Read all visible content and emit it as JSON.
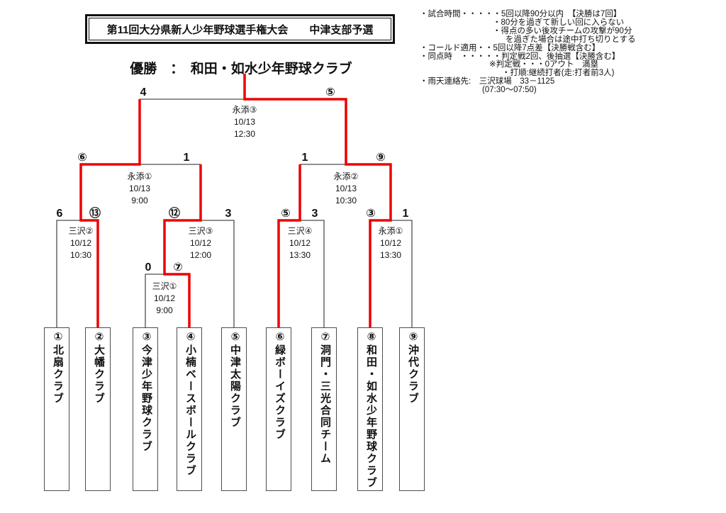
{
  "title": "第11回大分県新人少年野球選手権大会　　中津支部予選",
  "champion_line": "優勝　：　和田・如水少年野球クラブ",
  "teams": [
    {
      "seed": "①",
      "name": "北扇クラブ"
    },
    {
      "seed": "②",
      "name": "大幡クラブ"
    },
    {
      "seed": "③",
      "name": "今津少年野球クラブ"
    },
    {
      "seed": "④",
      "name": "小楠ベースボールクラブ"
    },
    {
      "seed": "⑤",
      "name": "中津太陽クラブ"
    },
    {
      "seed": "⑥",
      "name": "緑ボーイズクラブ"
    },
    {
      "seed": "⑦",
      "name": "洞門・三光合同チーム"
    },
    {
      "seed": "⑧",
      "name": "和田・如水少年野球クラブ"
    },
    {
      "seed": "⑨",
      "name": "沖代クラブ"
    }
  ],
  "matches": [
    {
      "label": "三沢①",
      "date": "10/12",
      "time": "9:00",
      "score_left": "0",
      "score_right": "⑦"
    },
    {
      "label": "三沢②",
      "date": "10/12",
      "time": "10:30",
      "score_left": "6",
      "score_right": "⑬"
    },
    {
      "label": "三沢③",
      "date": "10/12",
      "time": "12:00",
      "score_left": "⑫",
      "score_right": "3"
    },
    {
      "label": "三沢④",
      "date": "10/12",
      "time": "13:30",
      "score_left": "⑤",
      "score_right": "3"
    },
    {
      "label": "永添①",
      "date": "10/12",
      "time": "13:30",
      "score_left": "③",
      "score_right": "1"
    },
    {
      "label": "永添①",
      "date": "10/13",
      "time": "9:00",
      "score_left": "⑥",
      "score_right": "1"
    },
    {
      "label": "永添②",
      "date": "10/13",
      "time": "10:30",
      "score_left": "1",
      "score_right": "⑨"
    },
    {
      "label": "永添③",
      "date": "10/13",
      "time": "12:30",
      "score_left": "4",
      "score_right": "⑤"
    }
  ],
  "notes": {
    "lines": [
      "・試合時間・・・・・5回以降90分以内　【決勝は7回】",
      "・80分を過ぎて新しい回に入らない",
      "・得点の多い後攻チームの攻撃が90分",
      "を過ぎた場合は途中打ち切りとする",
      "・コールド適用・・5回以降7点差【決勝戦含む】",
      "・同点時　・・・・・判定戦2回、後抽選【決勝含む】",
      "※判定戦・・・0アウト　満塁",
      "・打順:継続打者(走:打者前3人)",
      "・雨天連絡先:　三沢球場　33－1125",
      "(07:30～07:50)"
    ]
  },
  "colors": {
    "winner_path": "#ee0000",
    "line": "#4d4d4d"
  }
}
